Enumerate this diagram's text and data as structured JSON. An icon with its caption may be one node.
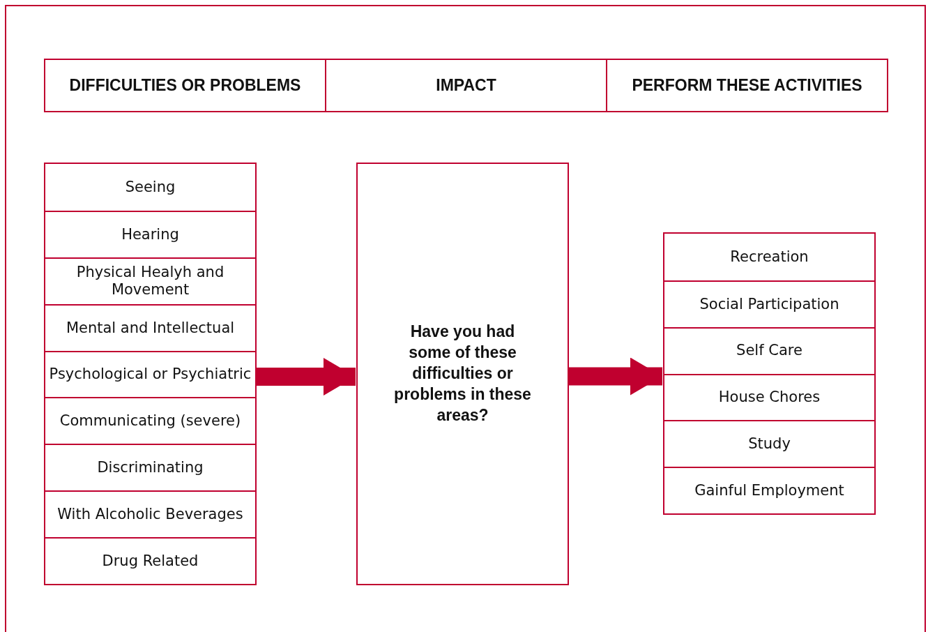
{
  "diagram": {
    "nodes": [
      {
        "text": [
          "DIFFICULTIES OR PROBLEMS"
        ]
      },
      {
        "text": [
          "IMPACT"
        ]
      },
      {
        "text": [
          "PERFORM THESE ACTIVITIES"
        ]
      },
      {
        "text": [],
        "shape": "box"
      },
      {
        "text": [
          "Seeing"
        ],
        "in": 3
      },
      {
        "text": [
          "Hearing"
        ],
        "in": 3
      },
      {
        "text": [
          "Physical Healyh and Movement"
        ],
        "in": 3
      },
      {
        "text": [
          "Mental and Intellectual"
        ],
        "in": 3
      },
      {
        "text": [
          "Psychological or Psychiatric"
        ],
        "in": 3
      },
      {
        "text": [
          "Communicating (severe)"
        ],
        "in": 3
      },
      {
        "text": [
          "Discriminating"
        ],
        "in": 3
      },
      {
        "text": [
          "With Alcoholic Beverages"
        ],
        "in": 3
      },
      {
        "text": [
          "Drug Related"
        ],
        "in": 3
      },
      {
        "text": [
          "Have you had some of these difficulties or problems in these areas?"
        ]
      },
      {
        "text": [],
        "shape": "box"
      },
      {
        "text": [
          "Recreation"
        ],
        "in": 14
      },
      {
        "text": [
          "Social Participation"
        ],
        "in": 14
      },
      {
        "text": [
          "Self Care"
        ],
        "in": 14
      },
      {
        "text": [
          "House Chores"
        ],
        "in": 14
      },
      {
        "text": [
          "Study"
        ],
        "in": 14
      },
      {
        "text": [
          "Gainful Employment"
        ],
        "in": 14
      }
    ],
    "edges": [
      {
        "from": 3,
        "to": 13,
        "arrow": "to"
      },
      {
        "from": 13,
        "to": 14,
        "arrow": "to"
      }
    ]
  }
}
